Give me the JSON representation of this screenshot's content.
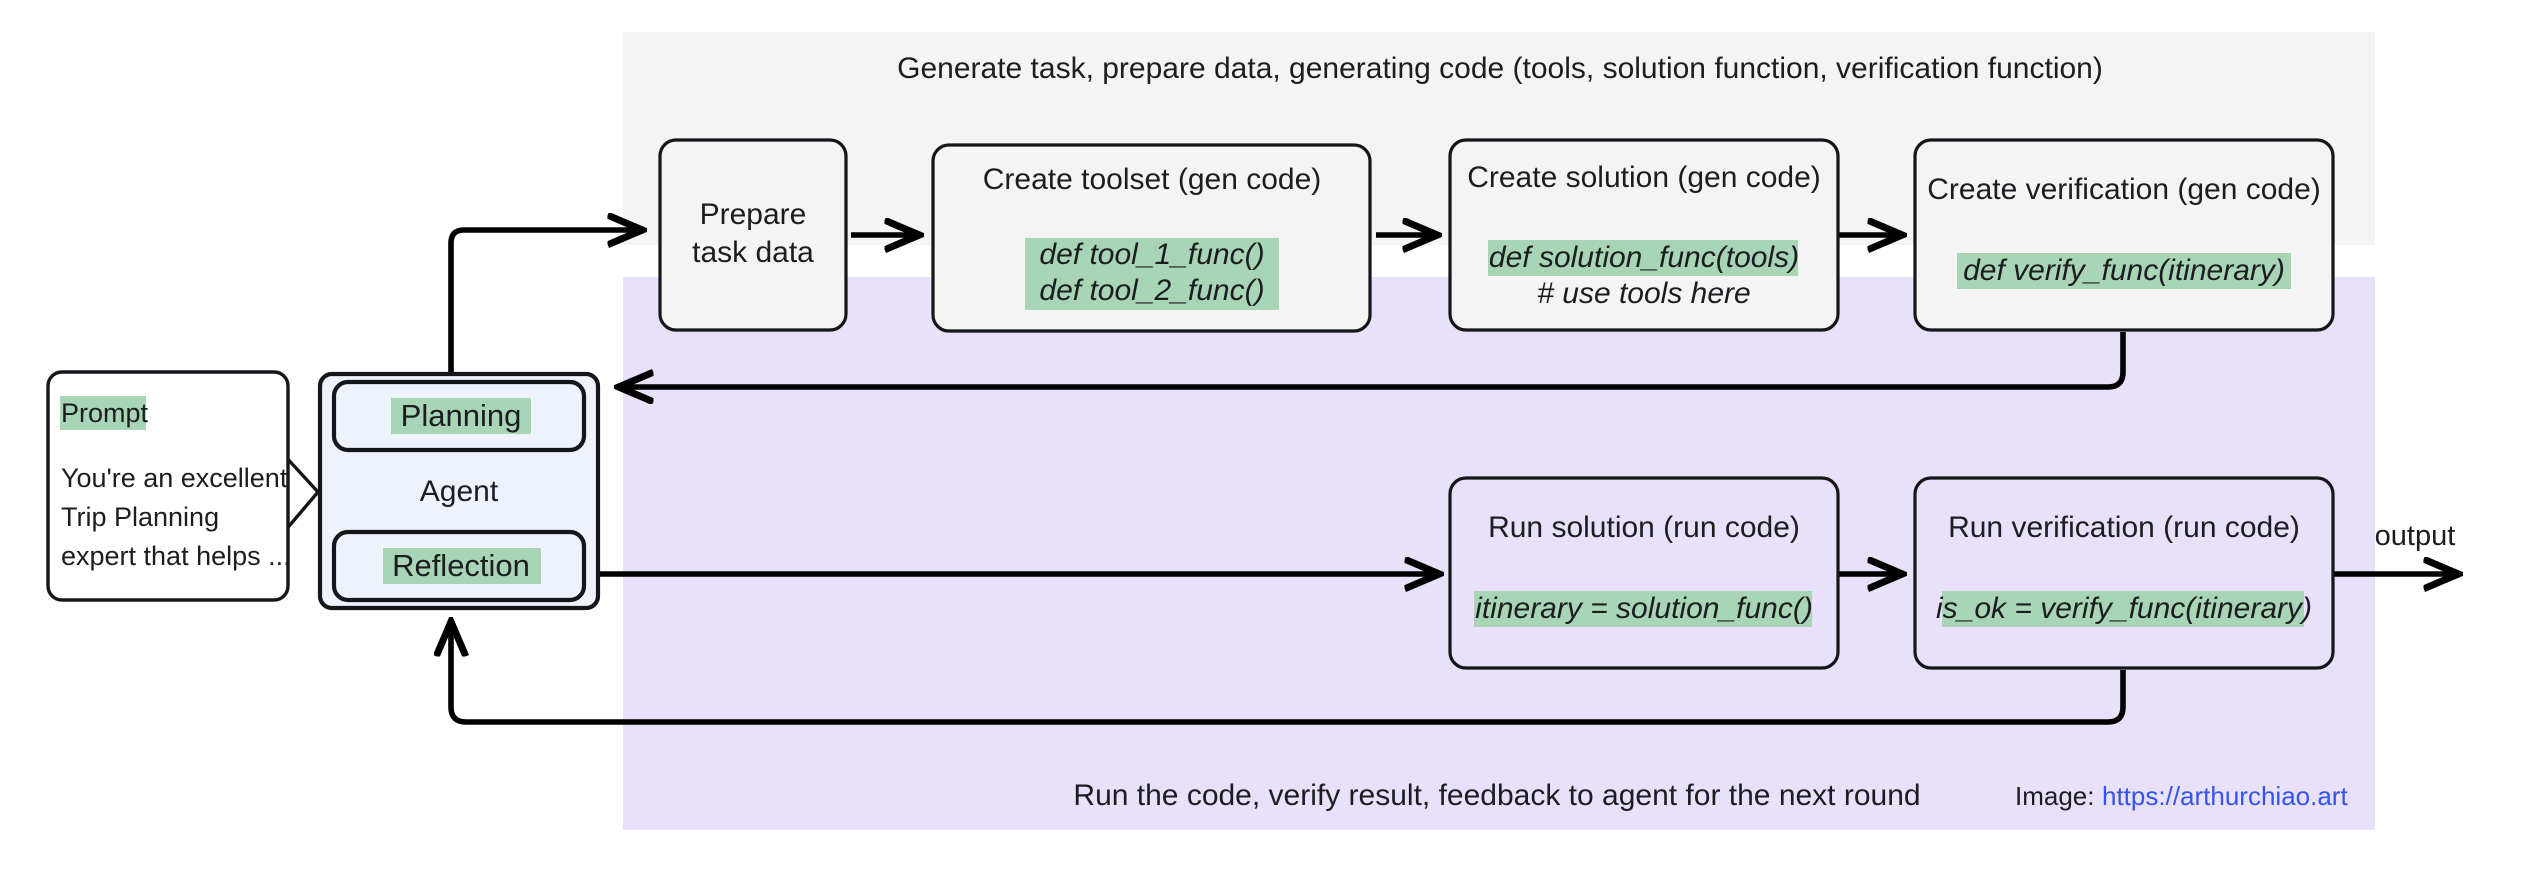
{
  "panels": {
    "top": {
      "caption": "Generate task, prepare data, generating code (tools, solution function, verification function)",
      "bg": "#f4f4f4"
    },
    "bottom": {
      "caption": "Run the code, verify result, feedback to agent for the next round",
      "bg": "#e9e0fb"
    }
  },
  "prompt": {
    "title": "Prompt",
    "line1": "You're an excellent",
    "line2": "Trip Planning",
    "line3": "expert that helps ..."
  },
  "agent": {
    "label": "Agent",
    "planning": "Planning",
    "reflection": "Reflection"
  },
  "nodes": {
    "prepare": {
      "title_line1": "Prepare",
      "title_line2": "task data"
    },
    "toolset": {
      "title": "Create toolset (gen code)",
      "code1": "def tool_1_func()",
      "code2": "def tool_2_func()"
    },
    "solution_gen": {
      "title": "Create solution (gen code)",
      "code1": "def solution_func(tools)",
      "code2": "# use tools here"
    },
    "verification_gen": {
      "title": "Create verification (gen code)",
      "code1": "def verify_func(itinerary)"
    },
    "solution_run": {
      "title": "Run solution (run code)",
      "code1": "itinerary = solution_func()"
    },
    "verification_run": {
      "title": "Run verification  (run code)",
      "code1": "is_ok = verify_func(itinerary)"
    }
  },
  "output": {
    "label": "output"
  },
  "credit": {
    "prefix": "Image:",
    "link": "https://arthurchiao.art"
  },
  "colors": {
    "highlight": "#a8d5b5",
    "panel_gray": "#f4f4f4",
    "panel_purple": "#e9e0fb",
    "agent_fill": "#eef2fb",
    "stroke": "#15161a",
    "link": "#3355ee"
  }
}
